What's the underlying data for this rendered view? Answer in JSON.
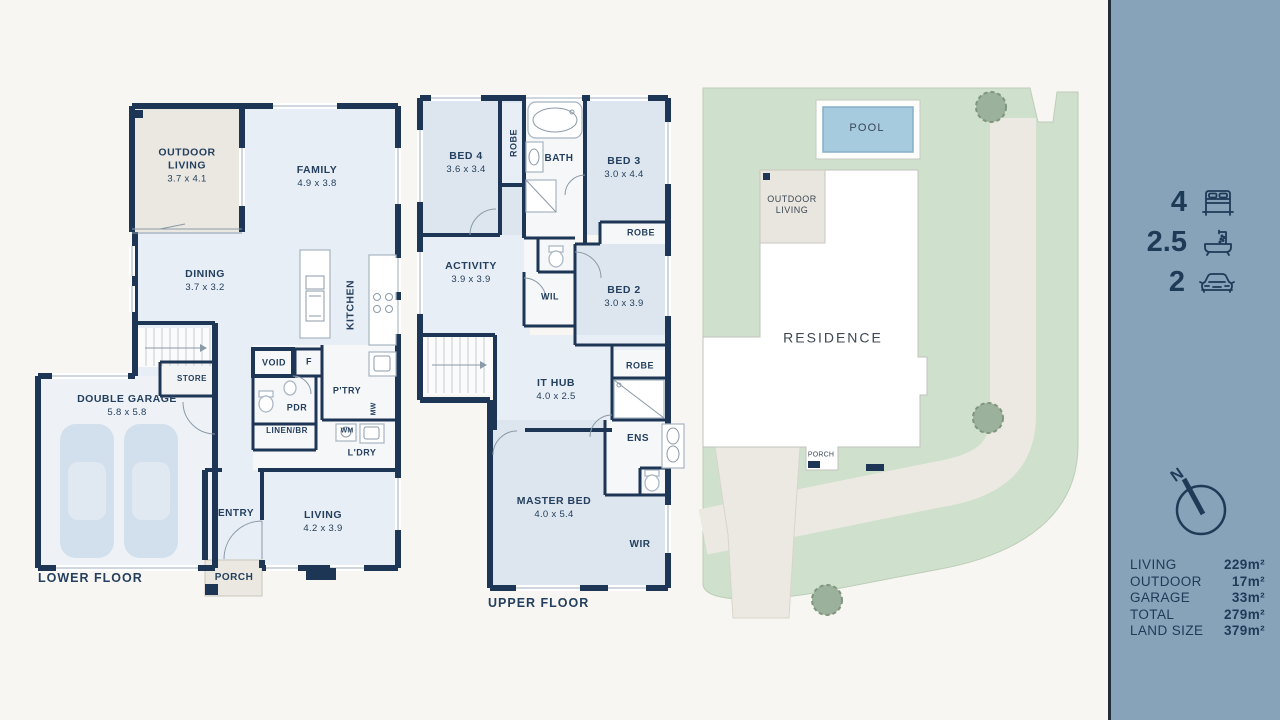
{
  "colors": {
    "wall": "#1e3655",
    "room_fill": "#e8eef5",
    "bedroom_fill": "#dde6ef",
    "outdoor_fill": "#ebe8e1",
    "site_green": "#cfe0cc",
    "path_gray": "#ebe9e2",
    "pool_blue": "#a6cade",
    "sidebar_bg": "#87a3ba",
    "text_navy": "#24405e"
  },
  "lower_floor": {
    "floor_label": "LOWER FLOOR",
    "rooms": {
      "outdoor_living": {
        "name": "OUTDOOR LIVING",
        "dims": "3.7 x 4.1"
      },
      "family": {
        "name": "FAMILY",
        "dims": "4.9 x 3.8"
      },
      "dining": {
        "name": "DINING",
        "dims": "3.7 x 3.2"
      },
      "kitchen": {
        "name": "KITCHEN"
      },
      "store": {
        "name": "STORE"
      },
      "void": {
        "name": "VOID"
      },
      "fridge": {
        "name": "F"
      },
      "pantry": {
        "name": "P'TRY"
      },
      "microwave": {
        "name": "MW"
      },
      "powder": {
        "name": "PDR"
      },
      "linen": {
        "name": "LINEN/BR"
      },
      "washing_machine": {
        "name": "WM"
      },
      "laundry": {
        "name": "L'DRY"
      },
      "garage": {
        "name": "DOUBLE GARAGE",
        "dims": "5.8 x 5.8"
      },
      "entry": {
        "name": "ENTRY"
      },
      "living": {
        "name": "LIVING",
        "dims": "4.2 x 3.9"
      },
      "porch": {
        "name": "PORCH"
      }
    }
  },
  "upper_floor": {
    "floor_label": "UPPER FLOOR",
    "rooms": {
      "bed4": {
        "name": "BED 4",
        "dims": "3.6 x 3.4"
      },
      "robe4": {
        "name": "ROBE"
      },
      "bath": {
        "name": "BATH"
      },
      "bed3": {
        "name": "BED 3",
        "dims": "3.0 x 4.4"
      },
      "robe3": {
        "name": "ROBE"
      },
      "activity": {
        "name": "ACTIVITY",
        "dims": "3.9 x 3.9"
      },
      "wil": {
        "name": "WIL"
      },
      "bed2": {
        "name": "BED 2",
        "dims": "3.0 x 3.9"
      },
      "robe_master": {
        "name": "ROBE"
      },
      "it_hub": {
        "name": "IT HUB",
        "dims": "4.0 x 2.5"
      },
      "ens": {
        "name": "ENS"
      },
      "master_bed": {
        "name": "MASTER BED",
        "dims": "4.0 x 5.4"
      },
      "wir": {
        "name": "WIR"
      }
    }
  },
  "site_plan": {
    "pool": "POOL",
    "outdoor_living": "OUTDOOR LIVING",
    "residence": "RESIDENCE",
    "porch": "PORCH"
  },
  "sidebar": {
    "bedrooms": "4",
    "bathrooms": "2.5",
    "cars": "2",
    "compass_north": "N",
    "areas": [
      {
        "label": "LIVING",
        "value": "229m²"
      },
      {
        "label": "OUTDOOR",
        "value": "17m²"
      },
      {
        "label": "GARAGE",
        "value": "33m²"
      },
      {
        "label": "TOTAL",
        "value": "279m²"
      },
      {
        "label": "LAND SIZE",
        "value": "379m²"
      }
    ]
  }
}
